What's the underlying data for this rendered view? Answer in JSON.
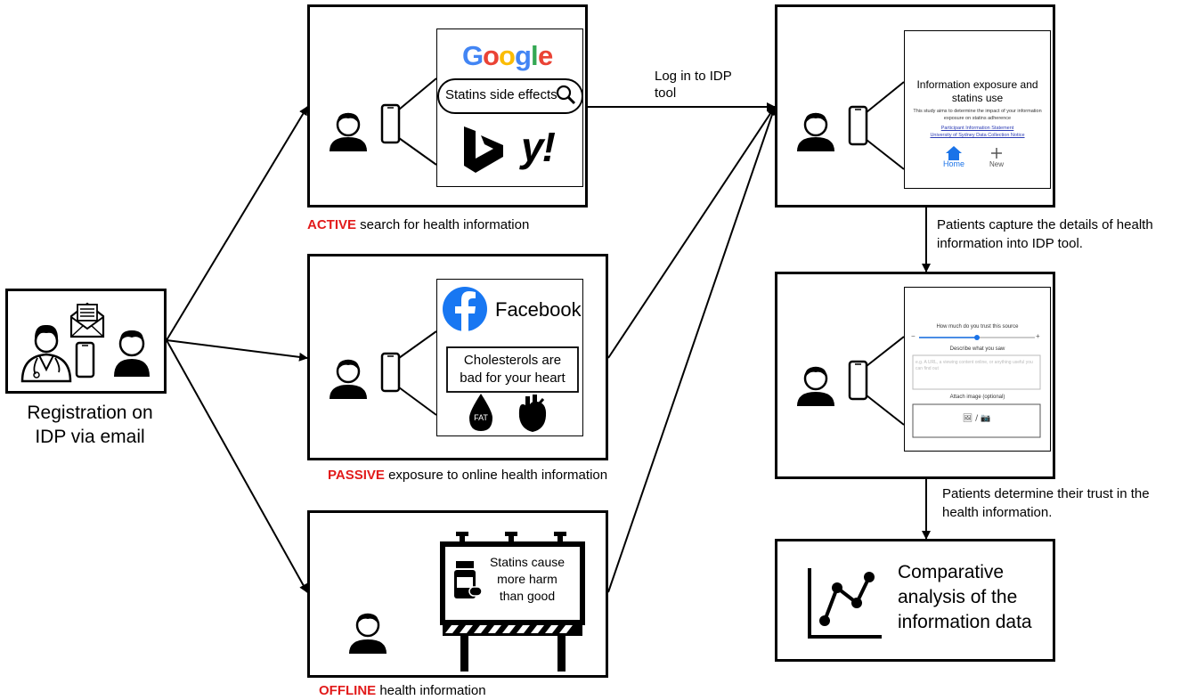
{
  "registration": {
    "label_line1": "Registration on",
    "label_line2": "IDP via email"
  },
  "active": {
    "caption_keyword": "ACTIVE",
    "caption_rest": " search for health information",
    "search_text": "Statins side effects",
    "logos": [
      "Google",
      "Bing",
      "Yahoo"
    ]
  },
  "passive": {
    "caption_keyword": "PASSIVE",
    "caption_rest": " exposure to online health information",
    "platform": "Facebook",
    "post_line1": "Cholesterols are",
    "post_line2": "bad for your heart",
    "fat_label": "FAT"
  },
  "offline": {
    "caption_keyword": "OFFLINE",
    "caption_rest": " health information",
    "billboard_line1": "Statins cause",
    "billboard_line2": "more harm",
    "billboard_line3": "than good"
  },
  "login": {
    "label_line1": "Log in to IDP",
    "label_line2": "tool"
  },
  "idp_home": {
    "title_line1": "Information exposure and",
    "title_line2": "statins use",
    "desc_line1": "This study aims to determine the impact of your information",
    "desc_line2": "exposure on statins adherence",
    "link1": "Participant Information Statement",
    "link2": "University of Sydney Data Collection Notice",
    "nav_home": "Home",
    "nav_new": "New"
  },
  "capture_step": {
    "label_line1": "Patients capture the details of health",
    "label_line2": "information into IDP tool."
  },
  "idp_form": {
    "trust_label": "How much do you trust this source",
    "minus": "−",
    "plus": "+",
    "describe_label": "Describe what you saw",
    "describe_placeholder": "e.g. A URL, a viewing content online, or anything useful you can find out",
    "attach_label": "Attach image (optional)",
    "attach_icons": "🖼 / 📷",
    "trust_value": 0.5
  },
  "trust_step": {
    "label_line1": "Patients determine their trust in the",
    "label_line2": "health information."
  },
  "analysis": {
    "line1": "Comparative",
    "line2": "analysis of the",
    "line3": "information data"
  },
  "colors": {
    "accent_red": "#e21b1b",
    "facebook_blue": "#1877f2",
    "google_blue": "#4285f4",
    "google_red": "#ea4335",
    "google_yellow": "#fbbc05",
    "google_green": "#34a853",
    "link_blue": "#2c3cb5",
    "nav_blue": "#1a73e8"
  }
}
